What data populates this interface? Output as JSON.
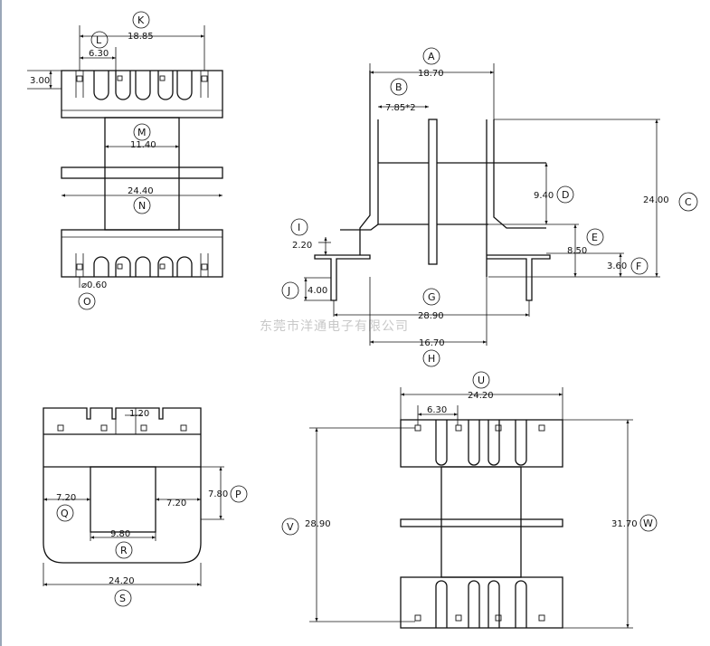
{
  "watermark": "东莞市洋通电子有限公司",
  "letters": [
    "K",
    "L",
    "M",
    "N",
    "O",
    "A",
    "B",
    "C",
    "D",
    "E",
    "F",
    "G",
    "H",
    "I",
    "J",
    "P",
    "Q",
    "R",
    "S",
    "U",
    "V",
    "W"
  ],
  "dims": {
    "k": "18.85",
    "l": "6.30",
    "h3": "3.00",
    "m": "11.40",
    "n": "24.40",
    "o": "⌀0.60",
    "a": "18.70",
    "b": "7.85*2",
    "d": "9.40",
    "c": "24.00",
    "e": "8.50",
    "f": "3.60",
    "i": "2.20",
    "j": "4.00",
    "g": "28.90",
    "h": "16.70",
    "t": "1.20",
    "q": "7.20",
    "q2": "7.20",
    "p": "7.80",
    "r": "9.80",
    "s": "24.20",
    "u": "24.20",
    "u2": "6.30",
    "v": "28.90",
    "w": "31.70"
  }
}
